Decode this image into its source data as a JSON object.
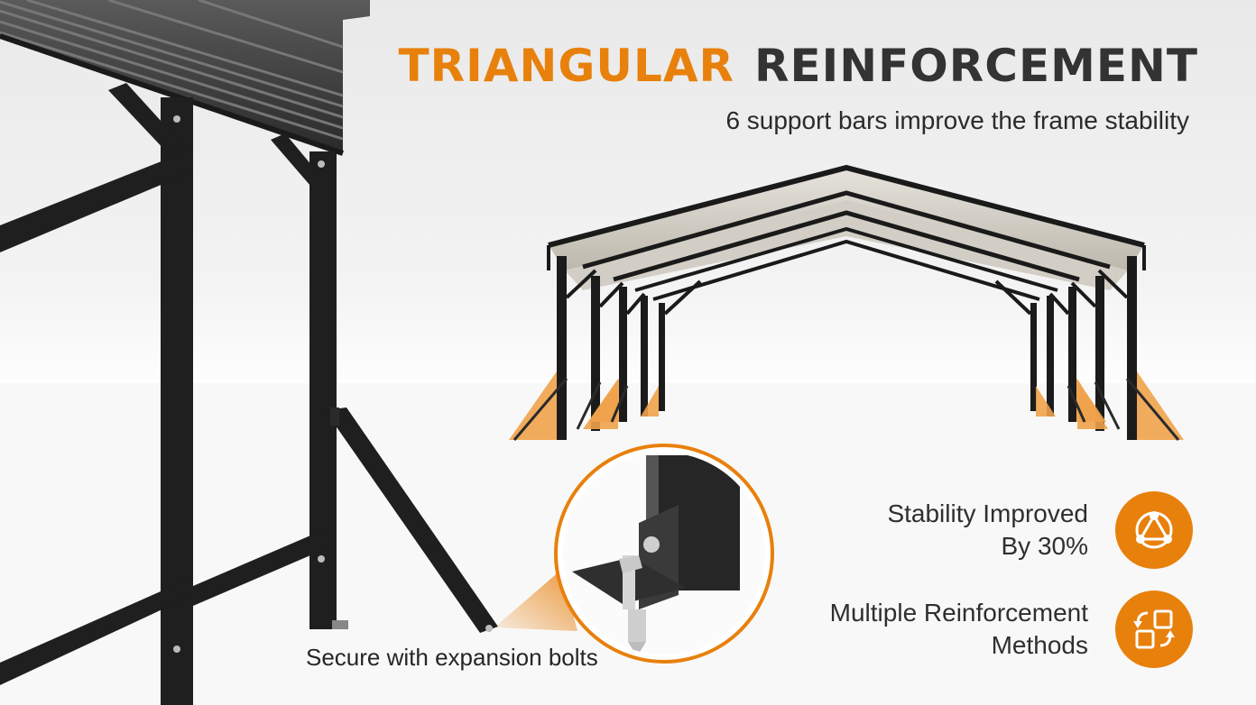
{
  "headline": {
    "part1": "TRIANGULAR",
    "part2": "REINFORCEMENT"
  },
  "subtitle": "6 support bars improve the frame stability",
  "features": [
    {
      "text": "Stability Improved\nBy 30%",
      "icon": "triangle-network-icon"
    },
    {
      "text": "Multiple Reinforcement\nMethods",
      "icon": "swap-squares-icon"
    }
  ],
  "caption": "Secure with expansion bolts",
  "colors": {
    "accent": "#e8800c",
    "dark": "#333333",
    "frame": "#1e1e1e",
    "brace_fill": "#f0a24a"
  }
}
